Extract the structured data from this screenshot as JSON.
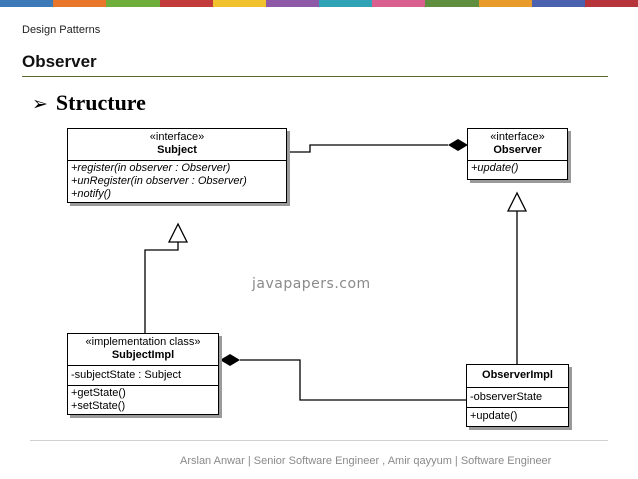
{
  "header": {
    "course": "Design Patterns",
    "title": "Observer",
    "bullet_arrow": "➢",
    "bullet": "Structure"
  },
  "diagram": {
    "subject": {
      "stereotype": "«interface»",
      "name": "Subject",
      "operations": [
        "+register(in observer : Observer)",
        "+unRegister(in observer : Observer)",
        "+notify()"
      ]
    },
    "observer": {
      "stereotype": "«interface»",
      "name": "Observer",
      "operations": [
        "+update()"
      ]
    },
    "subject_impl": {
      "stereotype": "«implementation class»",
      "name": "SubjectImpl",
      "attributes": [
        "-subjectState : Subject"
      ],
      "operations": [
        "+getState()",
        "+setState()"
      ]
    },
    "observer_impl": {
      "name": "ObserverImpl",
      "attributes": [
        "-observerState"
      ],
      "operations": [
        "+update()"
      ]
    },
    "watermark": "javapapers.com"
  },
  "footer": {
    "text": "Arslan Anwar | Senior Software Engineer , Amir qayyum | Software Engineer"
  },
  "colors": {
    "top_bar": [
      "#3d7ab8",
      "#e8762b",
      "#6fae3a",
      "#c43b3b",
      "#f2c12e",
      "#8e5aa8",
      "#2fa3b5",
      "#d95f8f",
      "#5f8f3e",
      "#e89b2b",
      "#4a62b0",
      "#b8343b"
    ]
  }
}
